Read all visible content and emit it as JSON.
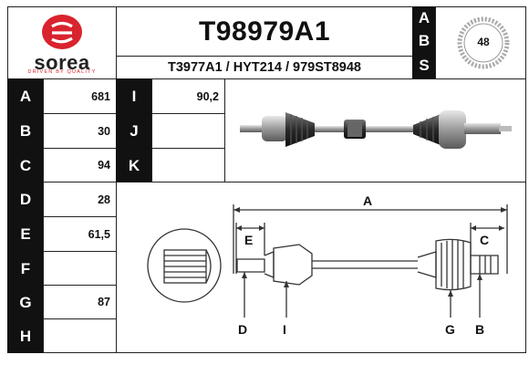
{
  "brand": {
    "name": "sorea",
    "tagline": "DRIVEN BY QUALITY",
    "logo_color": "#d9232e"
  },
  "product": {
    "main_ref": "T98979A1",
    "cross_refs": "T3977A1 / HYT214 / 979ST8948"
  },
  "abs_letters": [
    "A",
    "B",
    "S"
  ],
  "teeth_count": "48",
  "specs_left": [
    {
      "label": "A",
      "value": "681"
    },
    {
      "label": "B",
      "value": "30"
    },
    {
      "label": "C",
      "value": "94"
    },
    {
      "label": "D",
      "value": "28"
    },
    {
      "label": "E",
      "value": "61,5"
    },
    {
      "label": "F",
      "value": ""
    },
    {
      "label": "G",
      "value": "87"
    },
    {
      "label": "H",
      "value": ""
    }
  ],
  "specs_right": [
    {
      "label": "I",
      "value": "90,2"
    },
    {
      "label": "J",
      "value": ""
    },
    {
      "label": "K",
      "value": ""
    }
  ],
  "diagram_labels": {
    "A": "A",
    "C": "C",
    "E": "E",
    "D": "D",
    "I": "I",
    "G": "G",
    "B": "B"
  }
}
